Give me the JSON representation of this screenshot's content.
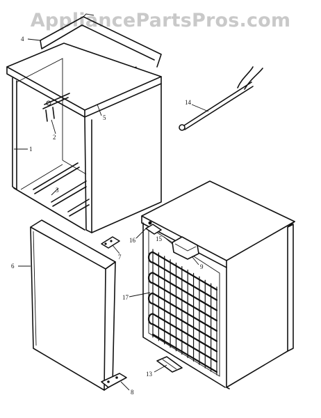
{
  "watermark": {
    "text": "AppliancePartsPros.com"
  },
  "callouts": [
    {
      "id": "c4",
      "text": "4"
    },
    {
      "id": "c5",
      "text": "5"
    },
    {
      "id": "c2",
      "text": "2"
    },
    {
      "id": "c1",
      "text": "1"
    },
    {
      "id": "c3",
      "text": "3"
    },
    {
      "id": "c14",
      "text": "14"
    },
    {
      "id": "c16",
      "text": "16"
    },
    {
      "id": "c15",
      "text": "15"
    },
    {
      "id": "c9",
      "text": "9"
    },
    {
      "id": "c7",
      "text": "7"
    },
    {
      "id": "c6",
      "text": "6"
    },
    {
      "id": "c17",
      "text": "17"
    },
    {
      "id": "c13",
      "text": "13"
    },
    {
      "id": "c8",
      "text": "8"
    }
  ]
}
